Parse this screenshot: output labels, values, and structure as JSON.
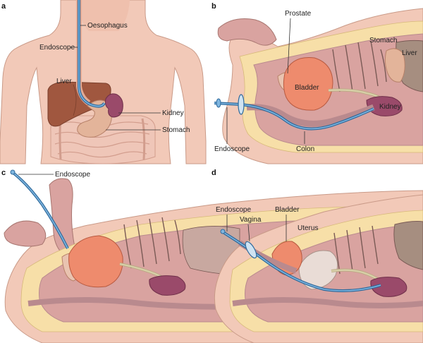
{
  "panels": {
    "a": {
      "letter": "a",
      "labels": {
        "oesophagus": "Oesophagus",
        "endoscope": "Endoscope",
        "liver": "Liver",
        "kidney": "Kidney",
        "stomach": "Stomach"
      }
    },
    "b": {
      "letter": "b",
      "labels": {
        "prostate": "Prostate",
        "stomach": "Stomach",
        "liver": "Liver",
        "bladder": "Bladder",
        "kidney": "Kidney",
        "endoscope": "Endoscope",
        "colon": "Colon"
      }
    },
    "c": {
      "letter": "c",
      "labels": {
        "endoscope": "Endoscope"
      }
    },
    "d": {
      "letter": "d",
      "labels": {
        "endoscope": "Endoscope",
        "vagina": "Vagina",
        "bladder": "Bladder",
        "uterus": "Uterus"
      }
    }
  },
  "colors": {
    "skin": "#f2c9b8",
    "skin_dark": "#e2aa95",
    "tissue_pink": "#d9a3a0",
    "tissue_mauve": "#b98a8e",
    "fat_yellow": "#f7dfa8",
    "bladder_orange": "#ee8b6d",
    "kidney_purple": "#9a4a6a",
    "liver_brown": "#a0573f",
    "stomach_tan": "#e3b49a",
    "intestine": "#efc6b8",
    "endoscope_blue": "#4b8fc8",
    "beige_tube": "#d8cfa8",
    "grey_organ": "#a68e80"
  }
}
